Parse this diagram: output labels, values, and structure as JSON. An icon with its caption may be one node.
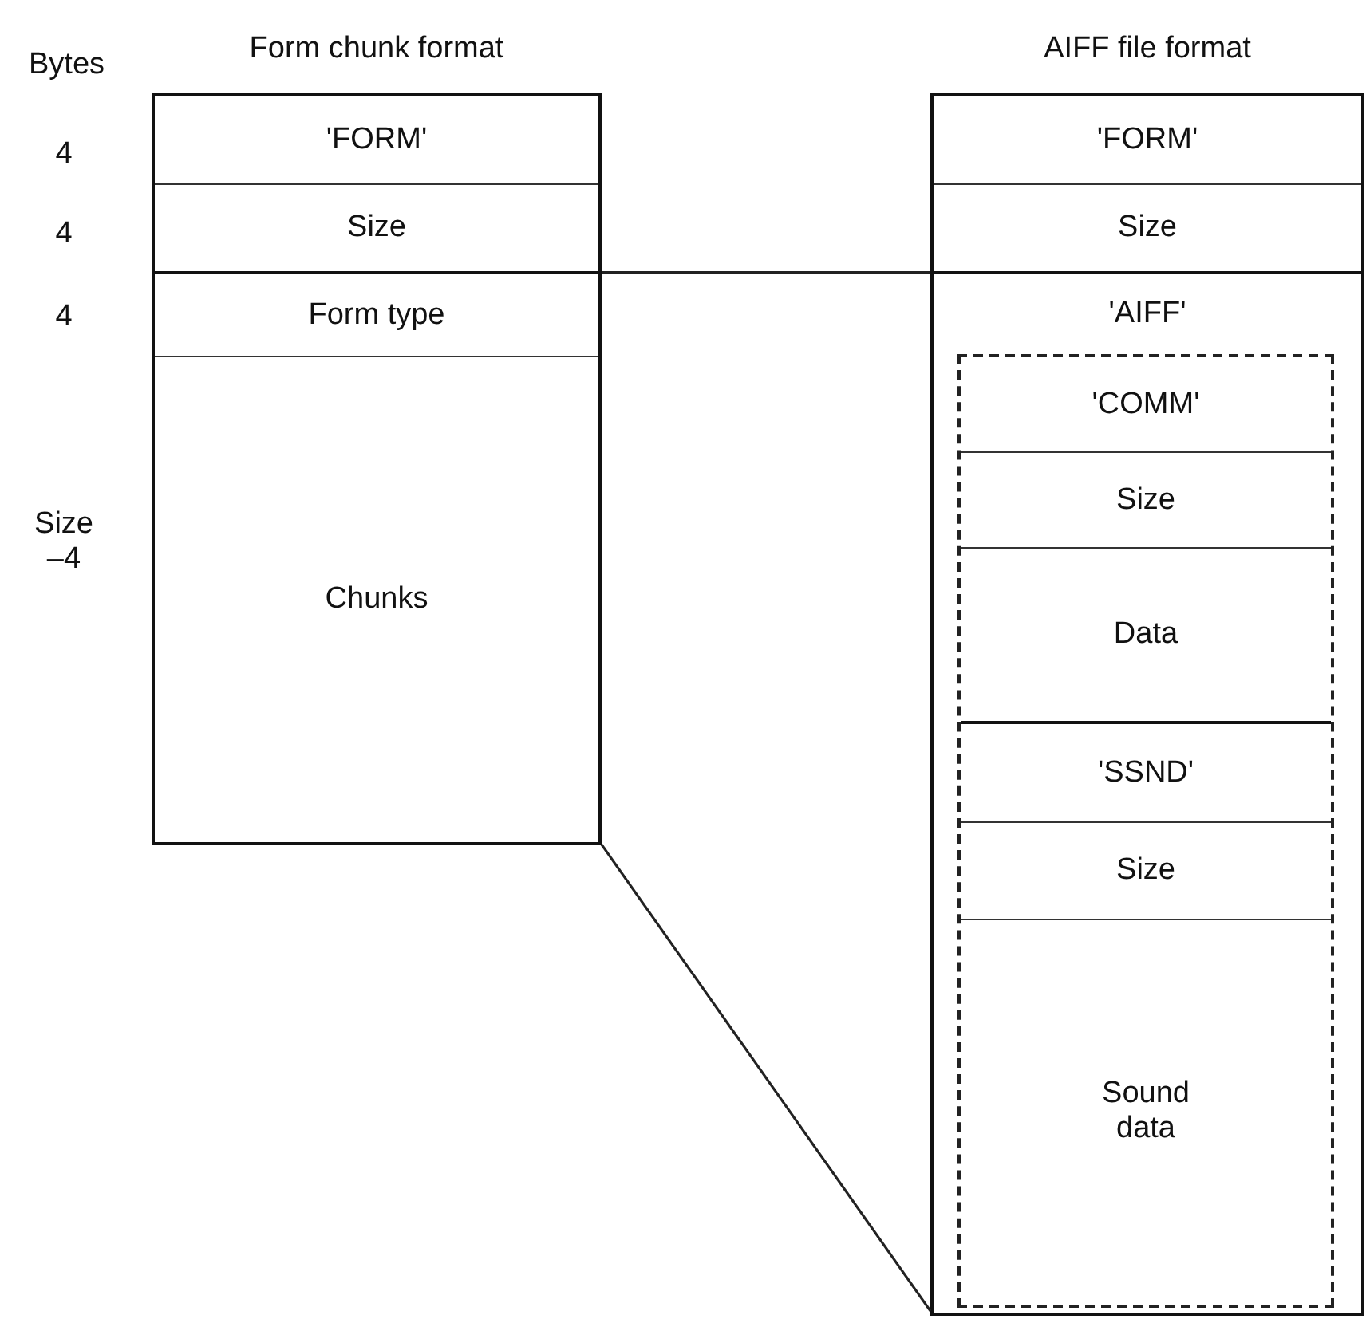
{
  "diagram": {
    "nodes": [
      {
        "text": [
          "Form chunk format"
        ]
      },
      {
        "text": [
          "'FORM'"
        ],
        "in": 0
      },
      {
        "text": [
          "Size"
        ],
        "in": 0
      },
      {
        "text": [
          "Form type"
        ],
        "in": 0
      },
      {
        "text": [
          "Chunks"
        ],
        "in": 0
      },
      {
        "text": [
          "AIFF file format"
        ]
      },
      {
        "text": [
          "'FORM'"
        ],
        "in": 5
      },
      {
        "text": [
          "Size"
        ],
        "in": 5
      },
      {
        "text": [
          "'AIFF'"
        ],
        "in": 5
      },
      {
        "text": [],
        "shape": "box",
        "in": 5
      },
      {
        "text": [
          "'COMM'"
        ],
        "in": 9
      },
      {
        "text": [
          "Size"
        ],
        "in": 9
      },
      {
        "text": [
          "Data"
        ],
        "in": 9
      },
      {
        "text": [
          "'SSND'"
        ],
        "in": 9
      },
      {
        "text": [
          "Size"
        ],
        "in": 9
      },
      {
        "text": [
          "Sound data"
        ],
        "in": 9
      }
    ],
    "edges": [
      {
        "from": 0,
        "to": 5,
        "arrow": "none"
      },
      {
        "from": 0,
        "to": 5,
        "arrow": "none"
      }
    ],
    "labels": [
      "Bytes",
      "4",
      "4",
      "4",
      "Size –4"
    ]
  }
}
